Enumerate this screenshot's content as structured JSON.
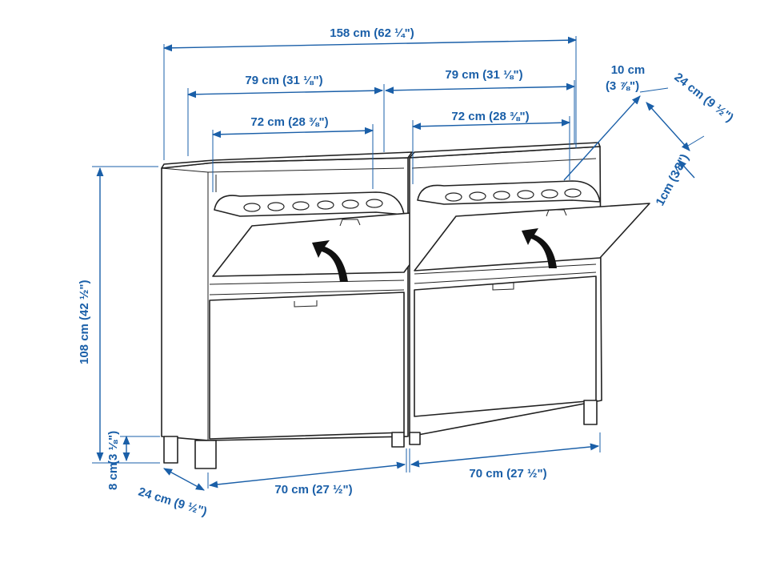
{
  "dimensions": {
    "total_width": "158 cm (62 ¼\")",
    "section_width_left": "79 cm (31 ⅛\")",
    "section_width_right": "79 cm (31 ⅛\")",
    "inner_width_left": "72 cm (28 ⅜\")",
    "inner_width_right": "72 cm (28 ⅜\")",
    "flap_depth_cm": "10 cm",
    "flap_depth_in": "(3 ⅞\")",
    "open_depth": "24 cm (9 ½\")",
    "flap_thickness": "1cm (3⁄8\")",
    "height": "108 cm (42 ½\")",
    "leg_height_in": "(3 ⅛\")",
    "leg_height_cm": "8 cm",
    "depth": "24 cm (9 ½\")",
    "bottom_width_left": "70 cm (27 ½\")",
    "bottom_width_right": "70 cm (27 ½\")"
  },
  "colors": {
    "dimension": "#1a5fa8",
    "furniture": "#222222"
  }
}
